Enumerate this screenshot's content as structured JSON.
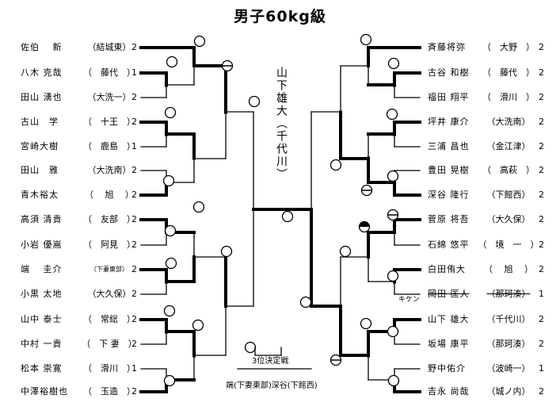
{
  "title": "男子60kg級",
  "champion": "山下雄大（千代川）",
  "third_place": {
    "label": "3位決定戦",
    "names": "端(下妻東部)深谷(下館西)"
  },
  "kiken_mark": "キケン",
  "left_entries": [
    {
      "name": "佐伯　 新",
      "team": "（結城東）",
      "score": "2"
    },
    {
      "name": "八木 克哉",
      "team": "（　藤代　）",
      "score": "1"
    },
    {
      "name": "田山 湧也",
      "team": "（大洗一）",
      "score": "2"
    },
    {
      "name": "古山　学",
      "team": "（　十王　）",
      "score": "2"
    },
    {
      "name": "宮崎大樹",
      "team": "（　鹿島　）",
      "score": "1"
    },
    {
      "name": "田山　雅",
      "team": "（大洗南）",
      "score": "2"
    },
    {
      "name": "青木裕太",
      "team": "（　 旭　 ）",
      "score": "2"
    },
    {
      "name": "高須 清貴",
      "team": "（　友部　）",
      "score": "2"
    },
    {
      "name": "小岩 優嵩",
      "team": "（　阿見　）",
      "score": "2"
    },
    {
      "name": "端　 圭介",
      "team": "（下妻東部）",
      "score": "2",
      "small": true
    },
    {
      "name": "小黒 太地",
      "team": "（大久保）",
      "score": "2"
    },
    {
      "name": "山中 泰士",
      "team": "（　常総　）",
      "score": "2"
    },
    {
      "name": "中村 一貴",
      "team": "（　下 妻　）",
      "score": "2"
    },
    {
      "name": "松本 崇寛",
      "team": "（　滑川　）",
      "score": "1"
    },
    {
      "name": "中澤裕樹也",
      "team": "（　玉造　）",
      "score": "2"
    }
  ],
  "right_entries": [
    {
      "name": "斉藤将弥",
      "team": "（　大野　）",
      "score": "2"
    },
    {
      "name": "古谷 和樹",
      "team": "（　藤代　）",
      "score": "2"
    },
    {
      "name": "福田 翔平",
      "team": "（　滑川　）",
      "score": "2"
    },
    {
      "name": "坪井 康介",
      "team": "（大洗南）",
      "score": "2"
    },
    {
      "name": "三浦 昌也",
      "team": "（金江津）",
      "score": "2"
    },
    {
      "name": "豊田 晃樹",
      "team": "（　高萩　）",
      "score": "2"
    },
    {
      "name": "深谷 隆行",
      "team": "（下館西）",
      "score": "2"
    },
    {
      "name": "菅原 将吾",
      "team": "（大久保）",
      "score": "2"
    },
    {
      "name": "石綿 悠平",
      "team": "（　境　一　）",
      "score": "2"
    },
    {
      "name": "白田侑大",
      "team": "（　 旭　 ）",
      "score": "2"
    },
    {
      "name": "岡田 匡人",
      "team": "（那珂湊）",
      "score": "1",
      "strike": true
    },
    {
      "name": "山下 雄大",
      "team": "（千代川）",
      "score": "2"
    },
    {
      "name": "坂場 康平",
      "team": "（那珂湊）",
      "score": "2"
    },
    {
      "name": "野中佑介",
      "team": "（波崎一）",
      "score": "1"
    },
    {
      "name": "吉永 尚哉",
      "team": "（城ノ内）",
      "score": "2"
    }
  ]
}
